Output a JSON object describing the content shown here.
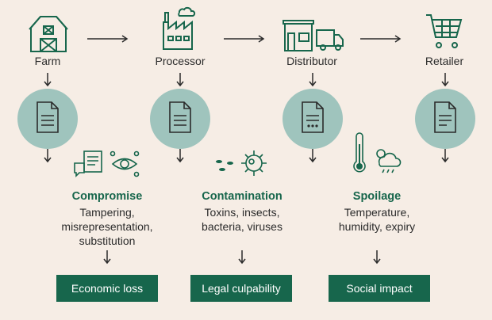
{
  "stages": [
    {
      "label": "Farm",
      "icon": "barn-icon"
    },
    {
      "label": "Processor",
      "icon": "factory-icon"
    },
    {
      "label": "Distributor",
      "icon": "store-truck-icon"
    },
    {
      "label": "Retailer",
      "icon": "shopping-cart-icon"
    }
  ],
  "risks": [
    {
      "title": "Compromise",
      "desc": [
        "Tampering,",
        "misrepresentation,",
        "substitution"
      ]
    },
    {
      "title": "Contamination",
      "desc": [
        "Toxins, insects,",
        "bacteria, viruses"
      ]
    },
    {
      "title": "Spoilage",
      "desc": [
        "Temperature,",
        "humidity, expiry"
      ]
    }
  ],
  "outcomes": [
    "Economic loss",
    "Legal culpability",
    "Social impact"
  ],
  "colors": {
    "background": "#f6ede5",
    "accent": "#17664c",
    "circle": "#9fc4bd",
    "line": "#2b2b2b"
  }
}
